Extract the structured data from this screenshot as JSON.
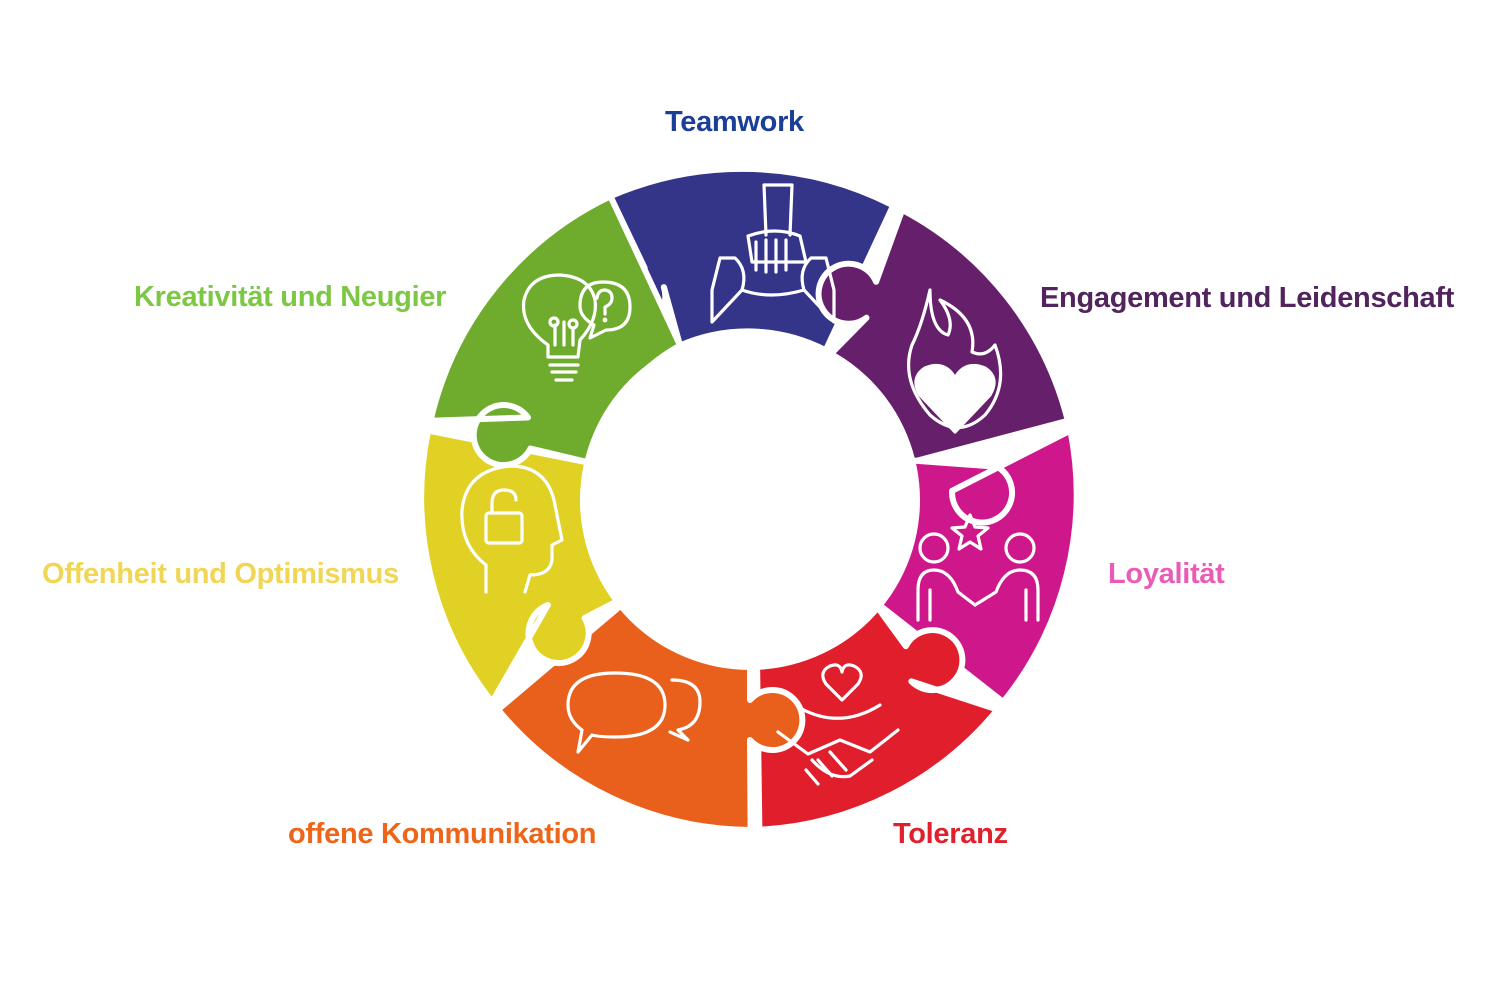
{
  "diagram": {
    "segments": [
      {
        "id": "teamwork",
        "label": "Teamwork",
        "color": "#343489",
        "label_color": "#1b3f96",
        "icon": "stacked-hands-icon"
      },
      {
        "id": "engagement",
        "label": "Engagement und Leidenschaft",
        "color": "#661f6a",
        "label_color": "#52245e",
        "icon": "flame-heart-icon"
      },
      {
        "id": "loyalitaet",
        "label": "Loyalität",
        "color": "#cd178b",
        "label_color": "#ea5bb5",
        "icon": "people-star-handshake-icon"
      },
      {
        "id": "toleranz",
        "label": "Toleranz",
        "color": "#e01e2c",
        "label_color": "#e0202d",
        "icon": "handshake-heart-icon"
      },
      {
        "id": "kommunikation",
        "label": "offene Kommunikation",
        "color": "#e8601c",
        "label_color": "#ee6418",
        "icon": "speech-bubbles-icon"
      },
      {
        "id": "offenheit",
        "label": "Offenheit und Optimismus",
        "color": "#e0d124",
        "label_color": "#f0d654",
        "icon": "head-unlocked-padlock-icon"
      },
      {
        "id": "kreativitaet",
        "label": "Kreativität und Neugier",
        "color": "#6fac2e",
        "label_color": "#7cc743",
        "icon": "lightbulb-question-icon"
      }
    ]
  }
}
